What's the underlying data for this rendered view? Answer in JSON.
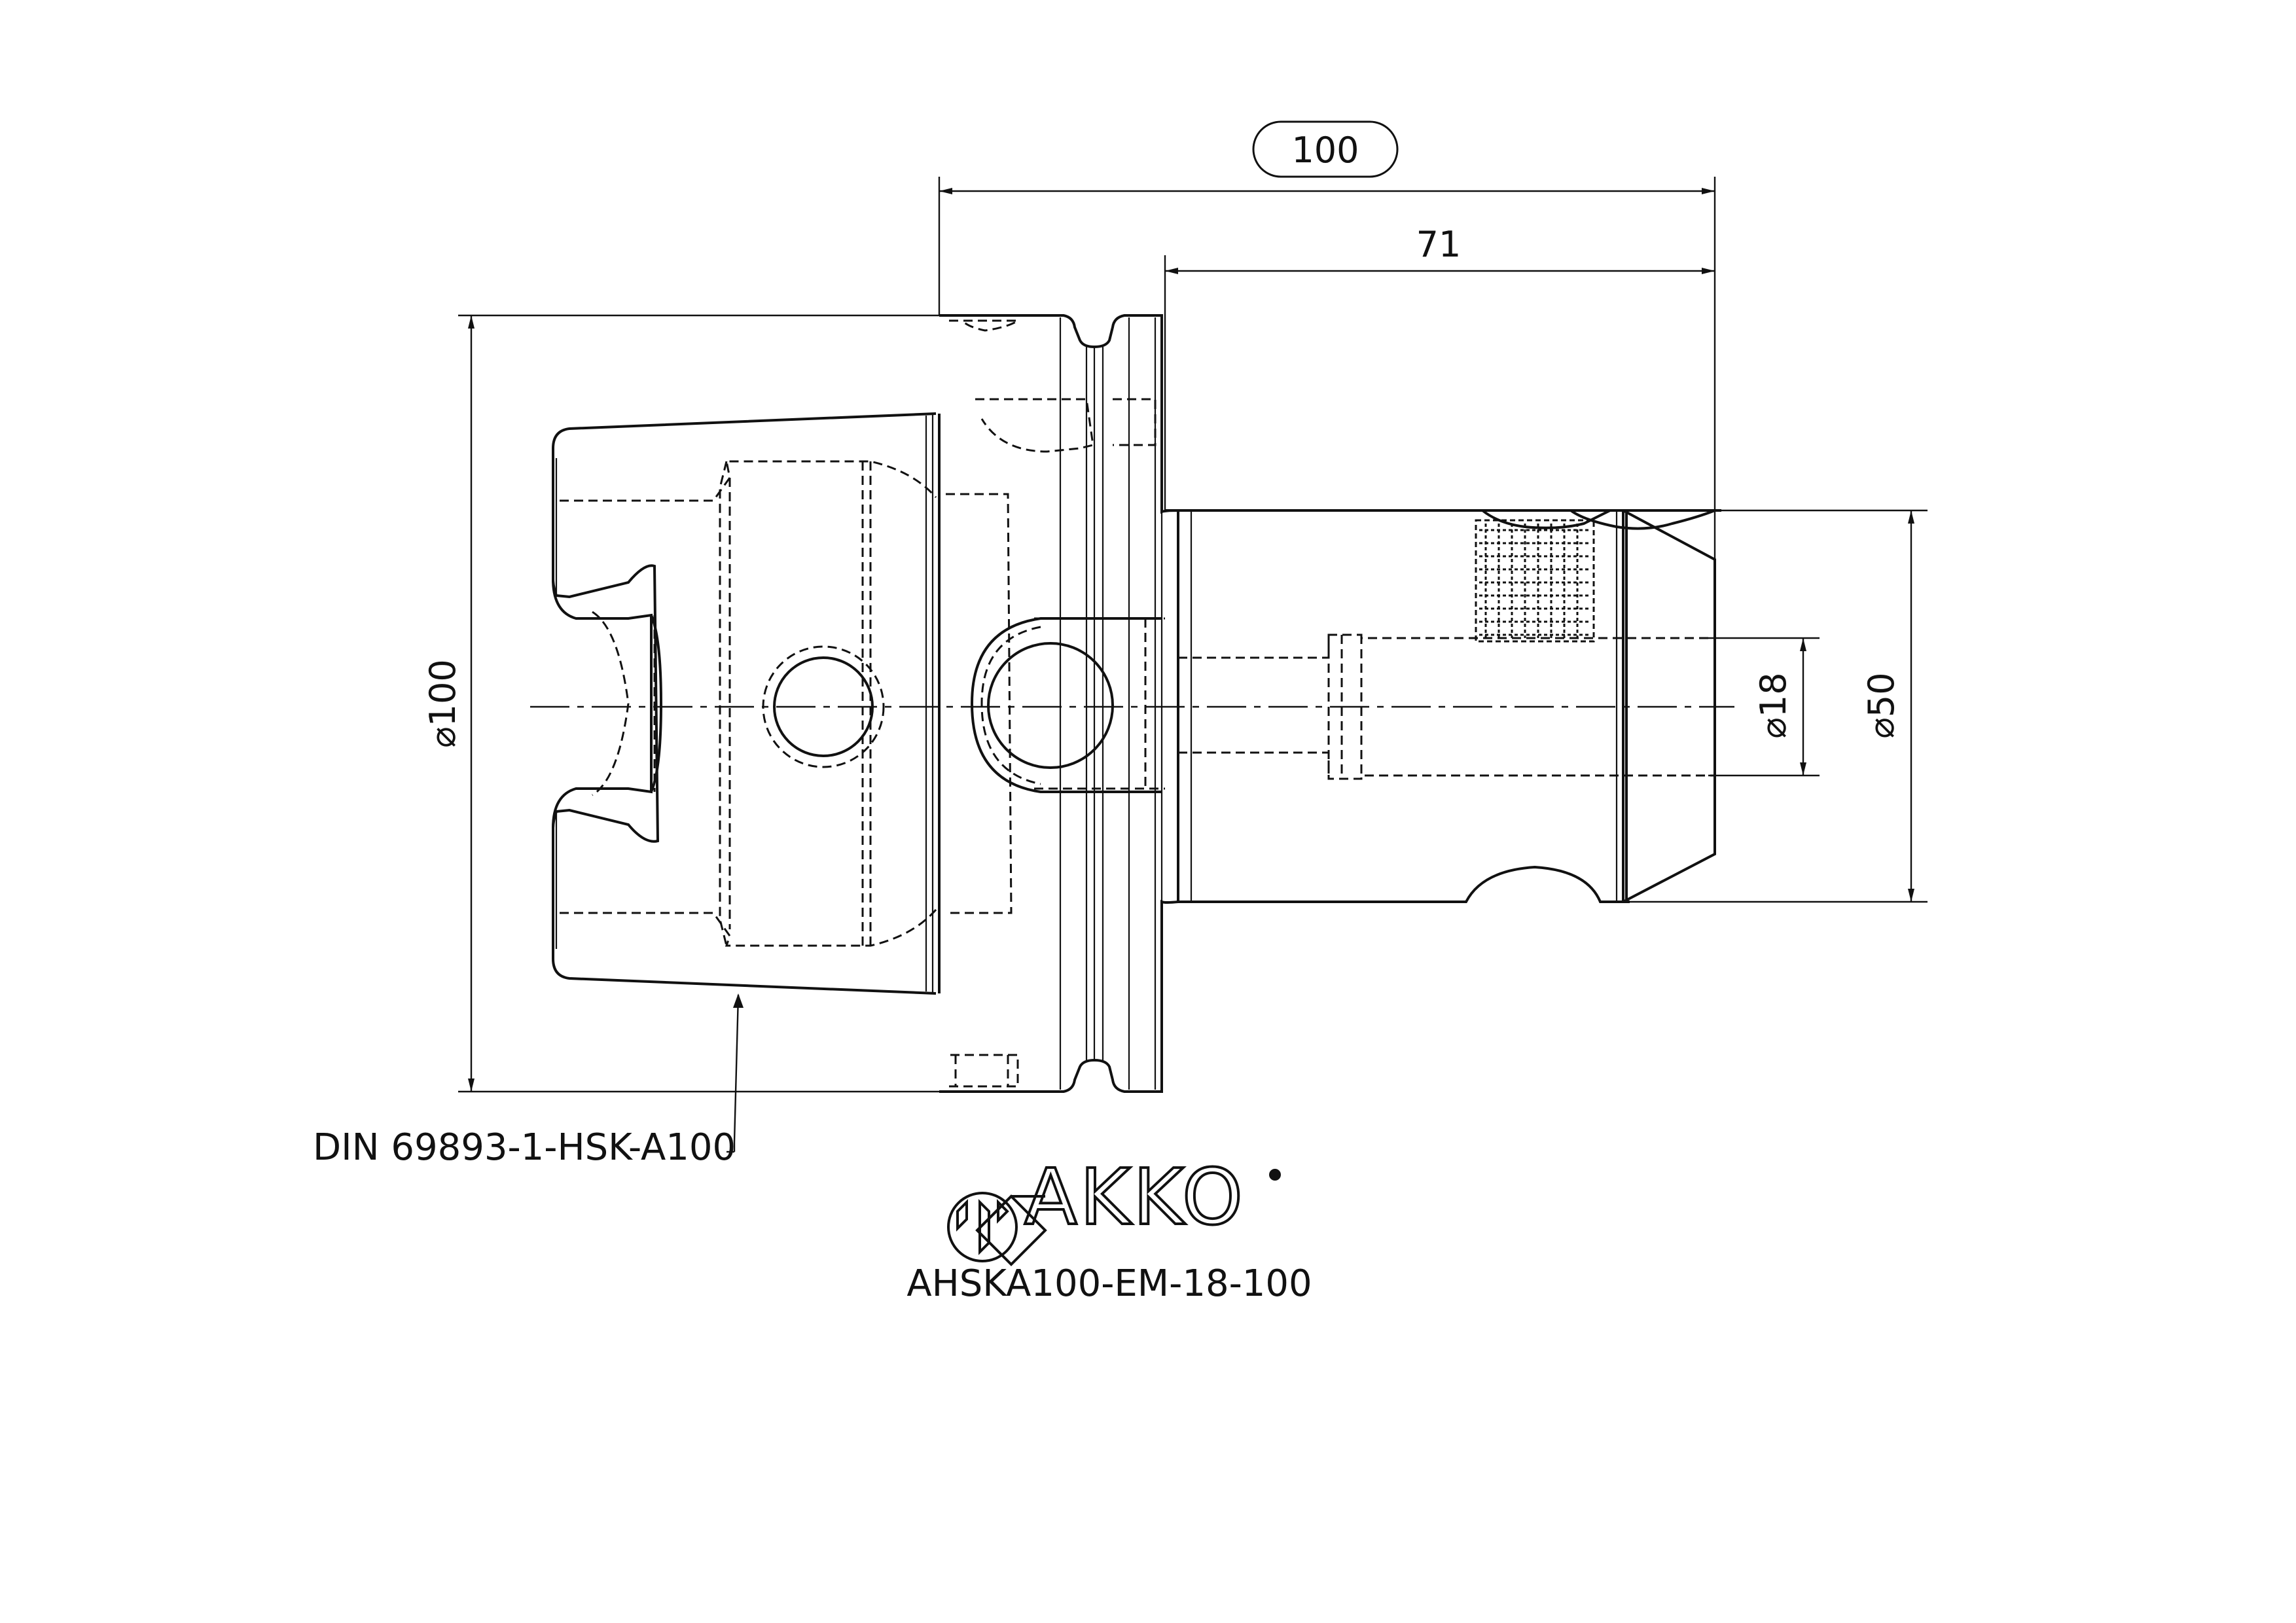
{
  "dimensions": {
    "overall_length": "100",
    "shank_length": "71",
    "flange_diameter": "⌀100",
    "bore_diameter": "⌀18",
    "shank_diameter": "⌀50"
  },
  "labels": {
    "standard": "DIN 69893-1-HSK-A100",
    "part_number": "AHSKA100-EM-18-100"
  },
  "brand": {
    "name": "AKKO",
    "icon": "akko-logo-icon",
    "registered_icon": "registered-mark-icon"
  }
}
